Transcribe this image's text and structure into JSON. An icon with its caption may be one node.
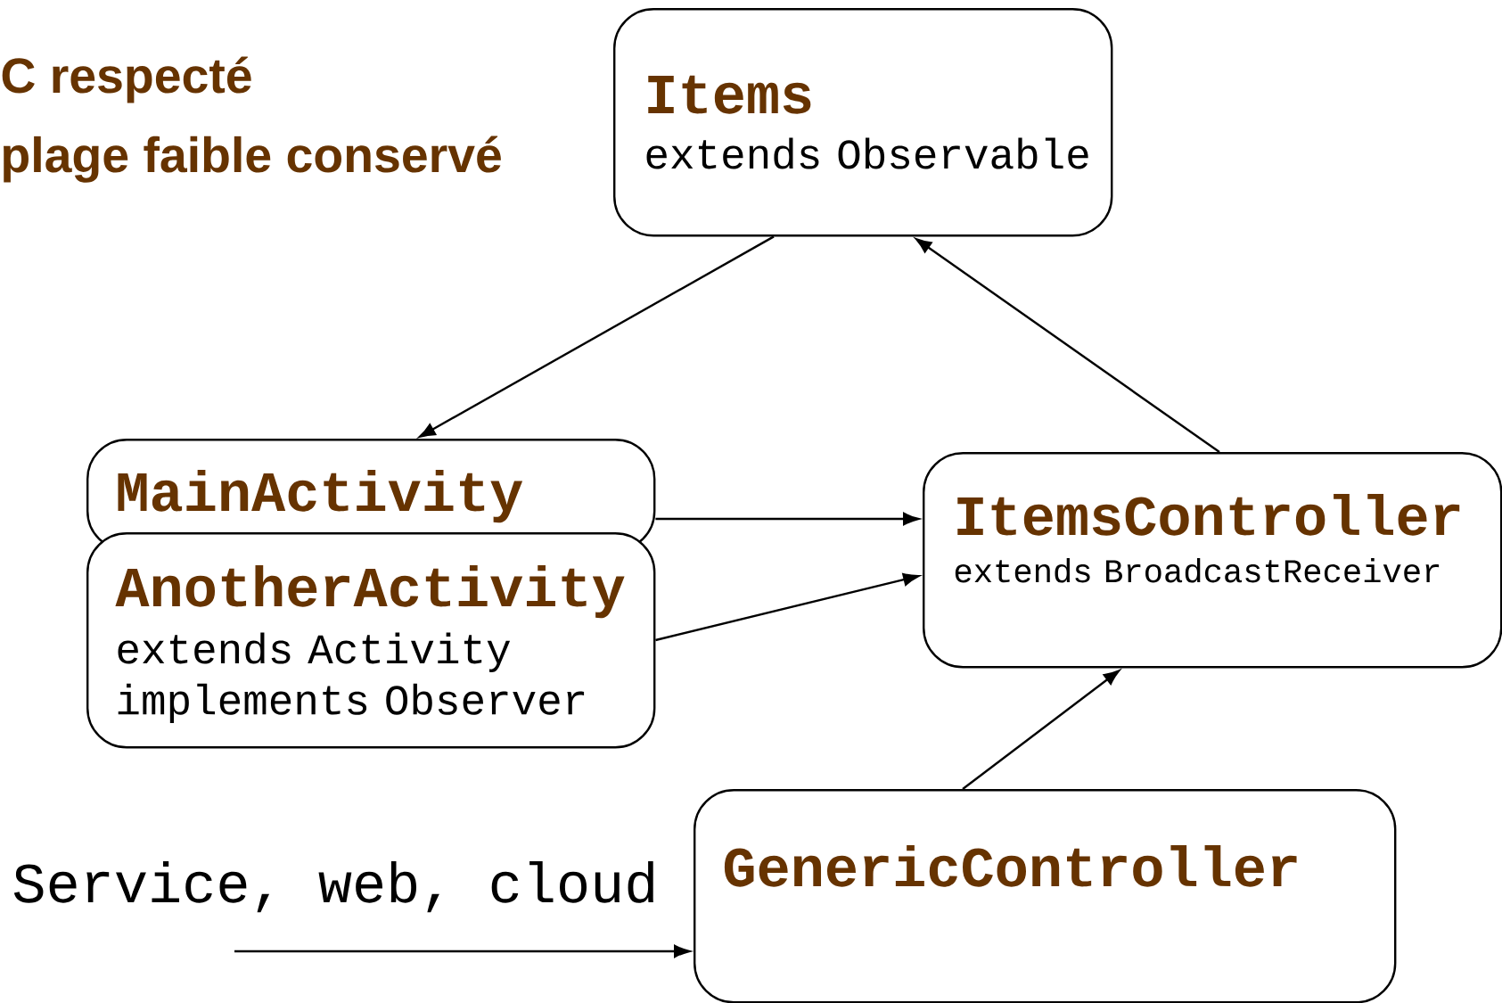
{
  "diagram": {
    "nodes": [
      {
        "text": [
          "Items",
          "extends Observable"
        ]
      },
      {
        "text": [
          "MainActivity"
        ]
      },
      {
        "text": [
          "AnotherActivity",
          "extends Activity implements Observer"
        ]
      },
      {
        "text": [
          "ItemsController",
          "extends BroadcastReceiver"
        ]
      },
      {
        "text": [
          "GenericController"
        ]
      }
    ],
    "edges": [
      {
        "from": 0,
        "to": 1,
        "arrow": "to"
      },
      {
        "from": 3,
        "to": 0,
        "arrow": "to"
      },
      {
        "from": 1,
        "to": 3,
        "arrow": "to"
      },
      {
        "from": 2,
        "to": 3,
        "arrow": "to"
      },
      {
        "from": 4,
        "to": 3,
        "arrow": "to"
      },
      {
        "from": null,
        "to": 4,
        "arrow": "to",
        "label": "Service, web, cloud"
      }
    ],
    "labels": [
      "C respecté",
      "plage faible conservé"
    ]
  }
}
